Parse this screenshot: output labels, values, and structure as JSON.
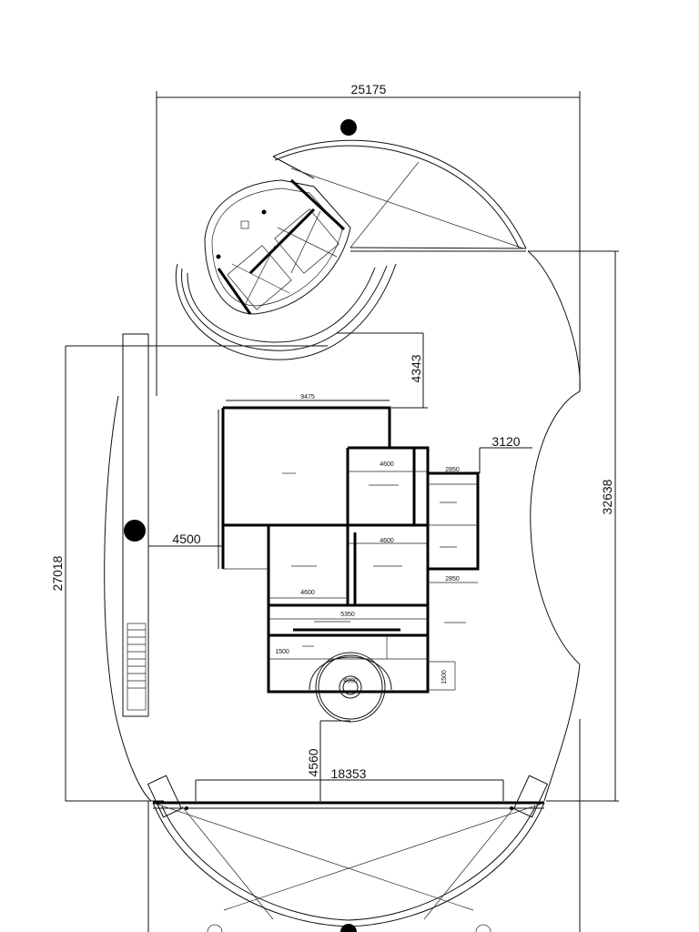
{
  "dimensions": {
    "top_width": "25175",
    "right_height": "32638",
    "left_height": "27018",
    "left_offset": "4500",
    "top_gap": "4343",
    "right_gap": "3120",
    "bottom_gap": "4560",
    "bottom_width": "18353"
  },
  "small_dims": {
    "d9475": "9475",
    "d4600a": "4600",
    "d4600b": "4600",
    "d4600c": "4600",
    "d2850a": "2850",
    "d2850b": "2850",
    "d5350": "5350",
    "d1500": "1500",
    "d1500b": "1500",
    "d4000": "4000"
  }
}
